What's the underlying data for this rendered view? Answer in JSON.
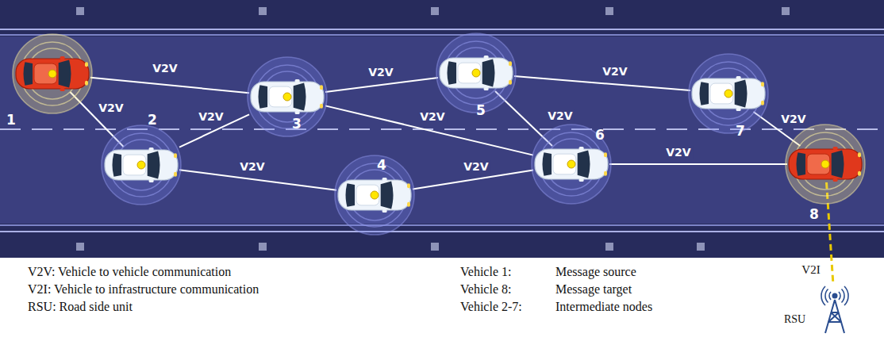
{
  "diagram": {
    "nodes": [
      {
        "text": [
          "1"
        ]
      },
      {
        "text": [
          "2"
        ]
      },
      {
        "text": [
          "3"
        ]
      },
      {
        "text": [
          "4"
        ]
      },
      {
        "text": [
          "5"
        ]
      },
      {
        "text": [
          "6"
        ]
      },
      {
        "text": [
          "7"
        ]
      },
      {
        "text": [
          "8"
        ]
      },
      {
        "text": [
          "RSU"
        ]
      }
    ],
    "edges": [
      {
        "from": 0,
        "to": 2,
        "arrow": "none",
        "label": "V2V"
      },
      {
        "from": 0,
        "to": 1,
        "arrow": "none",
        "label": "V2V"
      },
      {
        "from": 1,
        "to": 2,
        "arrow": "none",
        "label": "V2V"
      },
      {
        "from": 1,
        "to": 3,
        "arrow": "none",
        "label": "V2V"
      },
      {
        "from": 2,
        "to": 4,
        "arrow": "none",
        "label": "V2V"
      },
      {
        "from": 2,
        "to": 5,
        "arrow": "none",
        "label": "V2V"
      },
      {
        "from": 3,
        "to": 5,
        "arrow": "none",
        "label": "V2V"
      },
      {
        "from": 4,
        "to": 5,
        "arrow": "none",
        "label": "V2V"
      },
      {
        "from": 4,
        "to": 6,
        "arrow": "none",
        "label": "V2V"
      },
      {
        "from": 5,
        "to": 7,
        "arrow": "none",
        "label": "V2V"
      },
      {
        "from": 6,
        "to": 7,
        "arrow": "none",
        "label": "V2V"
      },
      {
        "from": 7,
        "to": 8,
        "arrow": "none",
        "label": "V2I"
      }
    ],
    "labels": [
      "V2V: Vehicle to vehicle communication",
      "V2I: Vehicle to infrastructure communication",
      "RSU: Road side unit",
      "Vehicle 1:",
      "Message source",
      "Vehicle 8:",
      "Message target",
      "Vehicle 2-7:",
      "Intermediate nodes"
    ]
  }
}
